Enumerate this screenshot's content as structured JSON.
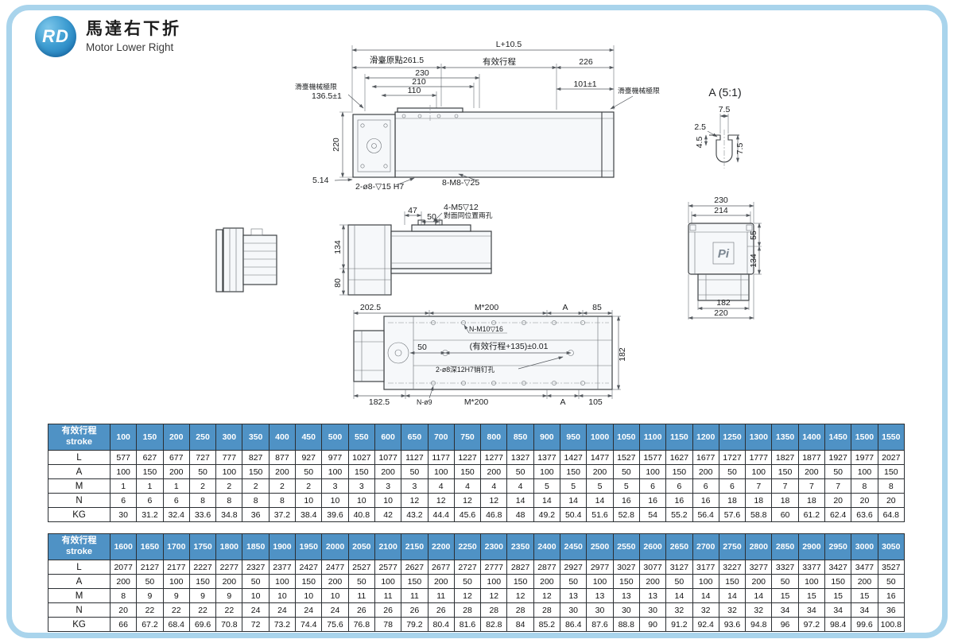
{
  "page": {
    "badge": "RD",
    "title_zh": "馬達右下折",
    "title_en": "Motor Lower Right"
  },
  "drawings": {
    "top_view": {
      "dim_total": "L+10.5",
      "dim_origin": "滑臺原點261.5",
      "dim_stroke": "有效行程",
      "dim_226": "226",
      "dim_230": "230",
      "dim_210": "210",
      "dim_110": "110",
      "dim_101": "101±1",
      "limit_left": "滑臺機械極限",
      "dim_1365": "136.5±1",
      "limit_right": "滑臺機械極限",
      "dim_220": "220",
      "dim_514": "5.14",
      "note_pin": "2-ø8-▽15 H7",
      "note_screw": "8-M8-▽25"
    },
    "detail_a": {
      "title": "A (5:1)",
      "dim_75_top": "7.5",
      "dim_25": "2.5",
      "dim_45": "4.5",
      "dim_75_side": "7.5"
    },
    "side_view": {
      "dim_47": "47",
      "dim_50": "50",
      "note_m5": "4-M5▽12",
      "note_m5_sub": "對面同位置兩孔",
      "dim_134": "134",
      "dim_80": "80"
    },
    "end_view": {
      "dim_230": "230",
      "dim_214": "214",
      "dim_55": "55",
      "dim_134": "134",
      "logo": "Pi",
      "dim_182": "182",
      "dim_220": "220"
    },
    "plan_view": {
      "dim_2025": "202.5",
      "dim_m200_top": "M*200",
      "label_a_top": "A",
      "dim_85": "85",
      "note_m10": "N-M10▽16",
      "dim_50": "50",
      "dim_stroke135": "(有效行程+135)±0.01",
      "note_pinhole": "2-ø8深12H7销钉孔",
      "dim_182": "182",
      "dim_1825": "182.5",
      "note_n9": "N-ø9",
      "dim_m200_bottom": "M*200",
      "label_a_bottom": "A",
      "dim_105": "105"
    }
  },
  "table1": {
    "header_zh": "有效行程",
    "header_en": "stroke",
    "strokes": [
      "100",
      "150",
      "200",
      "250",
      "300",
      "350",
      "400",
      "450",
      "500",
      "550",
      "600",
      "650",
      "700",
      "750",
      "800",
      "850",
      "900",
      "950",
      "1000",
      "1050",
      "1100",
      "1150",
      "1200",
      "1250",
      "1300",
      "1350",
      "1400",
      "1450",
      "1500",
      "1550"
    ],
    "rows": [
      {
        "label": "L",
        "values": [
          "577",
          "627",
          "677",
          "727",
          "777",
          "827",
          "877",
          "927",
          "977",
          "1027",
          "1077",
          "1127",
          "1177",
          "1227",
          "1277",
          "1327",
          "1377",
          "1427",
          "1477",
          "1527",
          "1577",
          "1627",
          "1677",
          "1727",
          "1777",
          "1827",
          "1877",
          "1927",
          "1977",
          "2027"
        ]
      },
      {
        "label": "A",
        "values": [
          "100",
          "150",
          "200",
          "50",
          "100",
          "150",
          "200",
          "50",
          "100",
          "150",
          "200",
          "50",
          "100",
          "150",
          "200",
          "50",
          "100",
          "150",
          "200",
          "50",
          "100",
          "150",
          "200",
          "50",
          "100",
          "150",
          "200",
          "50",
          "100",
          "150"
        ]
      },
      {
        "label": "M",
        "values": [
          "1",
          "1",
          "1",
          "2",
          "2",
          "2",
          "2",
          "2",
          "3",
          "3",
          "3",
          "3",
          "4",
          "4",
          "4",
          "4",
          "5",
          "5",
          "5",
          "5",
          "6",
          "6",
          "6",
          "6",
          "7",
          "7",
          "7",
          "7",
          "8",
          "8"
        ]
      },
      {
        "label": "N",
        "values": [
          "6",
          "6",
          "6",
          "8",
          "8",
          "8",
          "8",
          "10",
          "10",
          "10",
          "10",
          "12",
          "12",
          "12",
          "12",
          "14",
          "14",
          "14",
          "14",
          "16",
          "16",
          "16",
          "16",
          "18",
          "18",
          "18",
          "18",
          "20",
          "20",
          "20"
        ]
      },
      {
        "label": "KG",
        "values": [
          "30",
          "31.2",
          "32.4",
          "33.6",
          "34.8",
          "36",
          "37.2",
          "38.4",
          "39.6",
          "40.8",
          "42",
          "43.2",
          "44.4",
          "45.6",
          "46.8",
          "48",
          "49.2",
          "50.4",
          "51.6",
          "52.8",
          "54",
          "55.2",
          "56.4",
          "57.6",
          "58.8",
          "60",
          "61.2",
          "62.4",
          "63.6",
          "64.8"
        ]
      }
    ]
  },
  "table2": {
    "header_zh": "有效行程",
    "header_en": "stroke",
    "strokes": [
      "1600",
      "1650",
      "1700",
      "1750",
      "1800",
      "1850",
      "1900",
      "1950",
      "2000",
      "2050",
      "2100",
      "2150",
      "2200",
      "2250",
      "2300",
      "2350",
      "2400",
      "2450",
      "2500",
      "2550",
      "2600",
      "2650",
      "2700",
      "2750",
      "2800",
      "2850",
      "2900",
      "2950",
      "3000",
      "3050"
    ],
    "rows": [
      {
        "label": "L",
        "values": [
          "2077",
          "2127",
          "2177",
          "2227",
          "2277",
          "2327",
          "2377",
          "2427",
          "2477",
          "2527",
          "2577",
          "2627",
          "2677",
          "2727",
          "2777",
          "2827",
          "2877",
          "2927",
          "2977",
          "3027",
          "3077",
          "3127",
          "3177",
          "3227",
          "3277",
          "3327",
          "3377",
          "3427",
          "3477",
          "3527"
        ]
      },
      {
        "label": "A",
        "values": [
          "200",
          "50",
          "100",
          "150",
          "200",
          "50",
          "100",
          "150",
          "200",
          "50",
          "100",
          "150",
          "200",
          "50",
          "100",
          "150",
          "200",
          "50",
          "100",
          "150",
          "200",
          "50",
          "100",
          "150",
          "200",
          "50",
          "100",
          "150",
          "200",
          "50"
        ]
      },
      {
        "label": "M",
        "values": [
          "8",
          "9",
          "9",
          "9",
          "9",
          "10",
          "10",
          "10",
          "10",
          "11",
          "11",
          "11",
          "11",
          "12",
          "12",
          "12",
          "12",
          "13",
          "13",
          "13",
          "13",
          "14",
          "14",
          "14",
          "14",
          "15",
          "15",
          "15",
          "15",
          "16"
        ]
      },
      {
        "label": "N",
        "values": [
          "20",
          "22",
          "22",
          "22",
          "22",
          "24",
          "24",
          "24",
          "24",
          "26",
          "26",
          "26",
          "26",
          "28",
          "28",
          "28",
          "28",
          "30",
          "30",
          "30",
          "30",
          "32",
          "32",
          "32",
          "32",
          "34",
          "34",
          "34",
          "34",
          "36"
        ]
      },
      {
        "label": "KG",
        "values": [
          "66",
          "67.2",
          "68.4",
          "69.6",
          "70.8",
          "72",
          "73.2",
          "74.4",
          "75.6",
          "76.8",
          "78",
          "79.2",
          "80.4",
          "81.6",
          "82.8",
          "84",
          "85.2",
          "86.4",
          "87.6",
          "88.8",
          "90",
          "91.2",
          "92.4",
          "93.6",
          "94.8",
          "96",
          "97.2",
          "98.4",
          "99.6",
          "100.8"
        ]
      }
    ]
  }
}
